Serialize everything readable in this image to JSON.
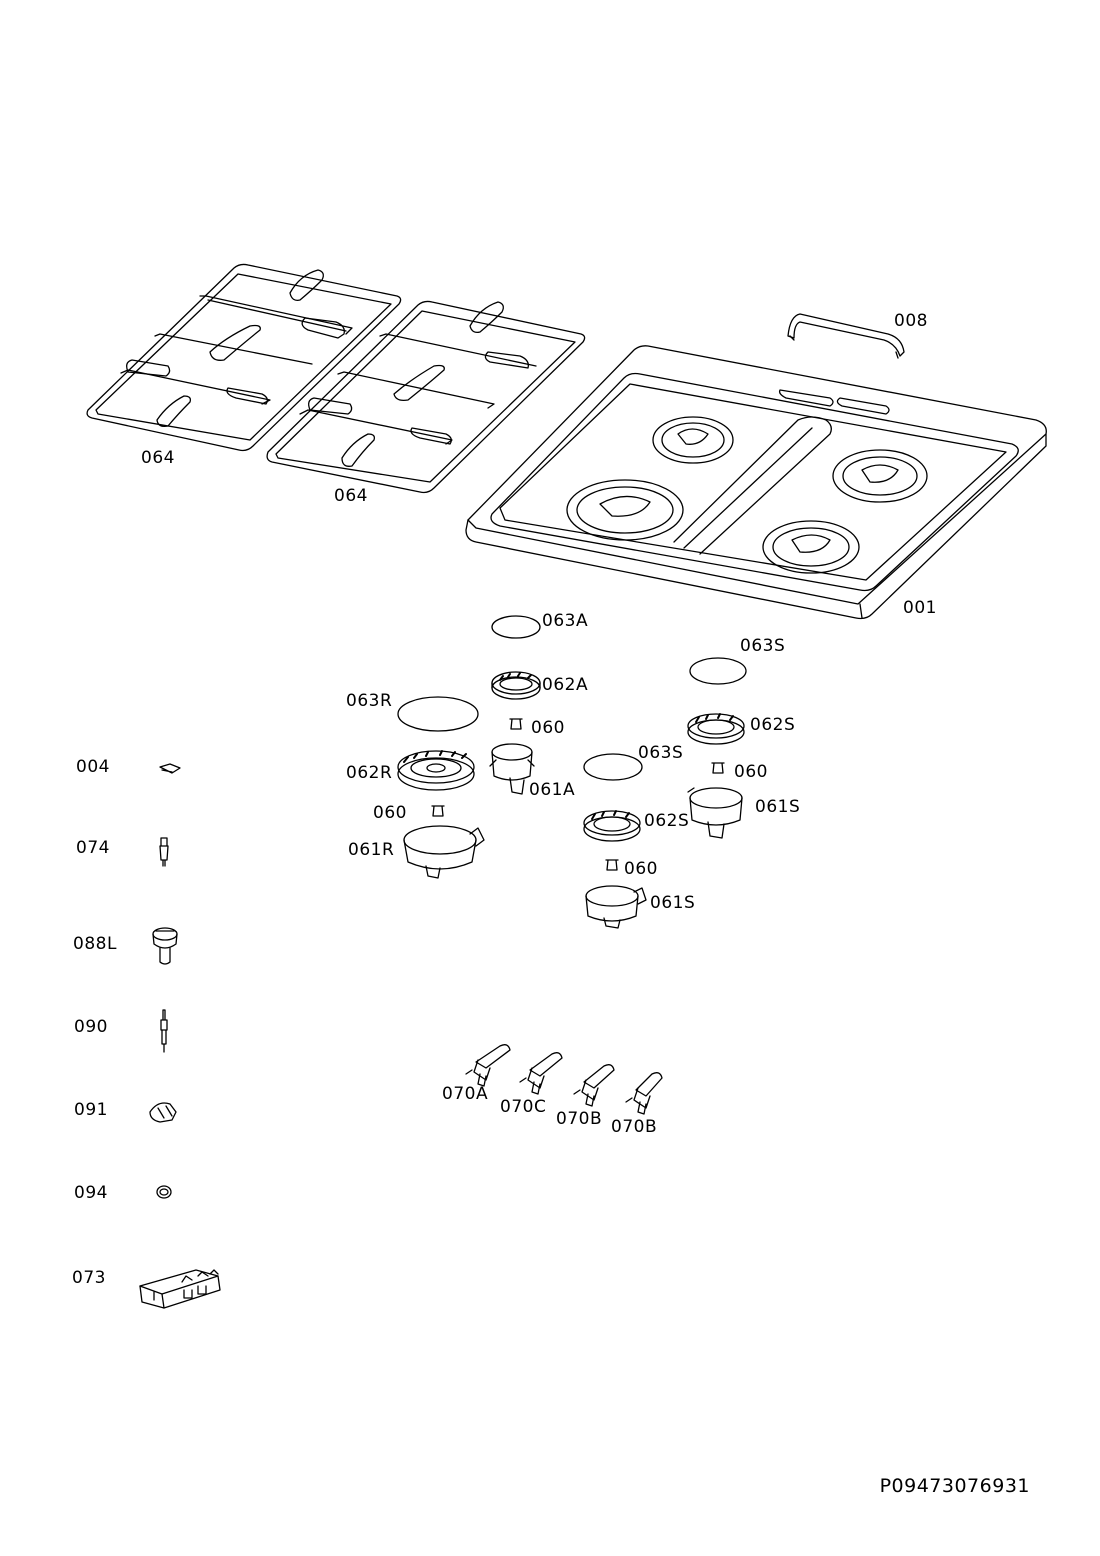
{
  "labels": {
    "grate_left": "064",
    "grate_right": "064",
    "cover_strip": "008",
    "hob_top": "001",
    "cap_auxiliary": "063A",
    "cap_semi_top": "063S",
    "cap_rapid": "063R",
    "cap_semi_mid": "063S",
    "crown_auxiliary": "062A",
    "crown_rapid": "062R",
    "crown_semi_top": "062S",
    "crown_semi_mid": "062S",
    "injector_1": "060",
    "injector_2": "060",
    "injector_3": "060",
    "injector_4": "060",
    "base_auxiliary": "061A",
    "base_rapid": "061R",
    "base_semi_right": "061S",
    "base_semi_low": "061S",
    "tap_auxiliary": "070A",
    "tap_c": "070C",
    "tap_b1": "070B",
    "tap_b2": "070B",
    "side_004": "004",
    "side_074": "074",
    "side_088l": "088L",
    "side_090": "090",
    "side_091": "091",
    "side_094": "094",
    "side_073": "073"
  },
  "drawing_code": "P09473076931",
  "icons": {
    "clip": "clip-icon",
    "thermocouple": "thermocouple-icon",
    "knob": "knob-icon",
    "ignition_plug": "ignition-plug-icon",
    "bracket": "bracket-icon",
    "washer": "washer-icon",
    "ignition_module": "ignition-module-icon"
  }
}
